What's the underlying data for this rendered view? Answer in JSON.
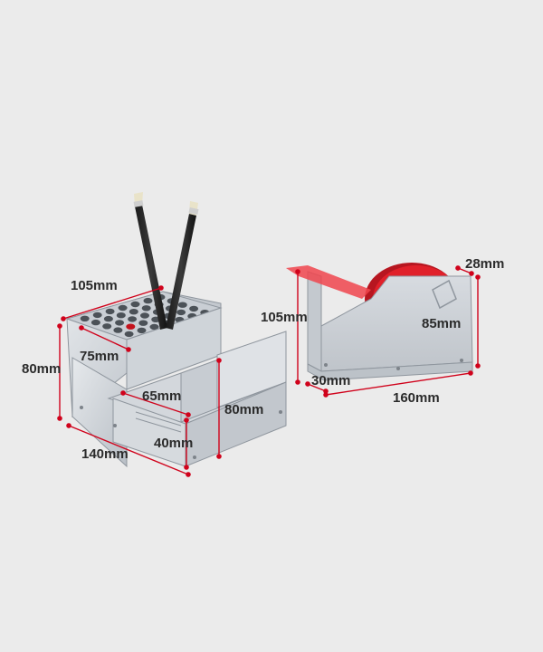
{
  "background": "#ebebeb",
  "accent_color": "#d0021b",
  "tape_color": "#e0202a",
  "pencil_holder": {
    "dimensions": {
      "top_depth": "105mm",
      "inner_width": "75mm",
      "height": "80mm",
      "tray_width": "65mm",
      "front_height": "80mm",
      "tray_height": "40mm",
      "base_width": "140mm"
    }
  },
  "tape_dispenser": {
    "dimensions": {
      "height": "105mm",
      "reel_width": "28mm",
      "side_height": "85mm",
      "depth": "30mm",
      "length": "160mm"
    }
  }
}
